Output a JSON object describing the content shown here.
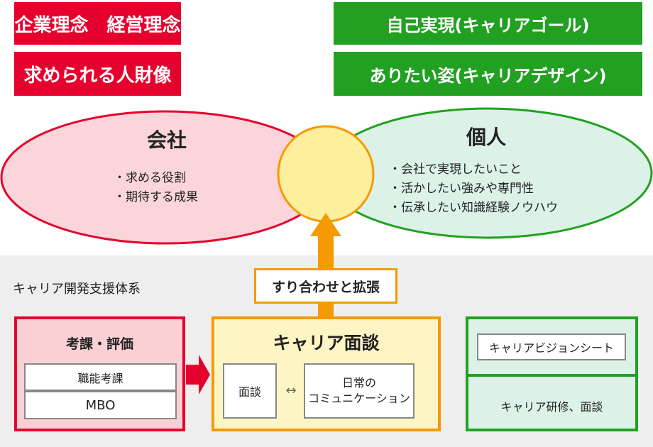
{
  "banners": {
    "company_philosophy": "企業理念　経営理念",
    "desired_talent": "求められる人財像",
    "self_realization": "自己実現(キャリアゴール)",
    "ideal_self": "ありたい姿(キャリアデザイン)"
  },
  "company": {
    "title": "会社",
    "items": [
      "求める役割",
      "期待する成果"
    ]
  },
  "individual": {
    "title": "個人",
    "items": [
      "会社で実現したいこと",
      "活かしたい強みや専門性",
      "伝承したい知識経験ノウハウ"
    ]
  },
  "system_label": "キャリア開発支援体系",
  "alignment_label": "すり合わせと拡張",
  "evaluation": {
    "title": "考課・評価",
    "items": [
      "職能考課",
      "MBO"
    ]
  },
  "career_interview": {
    "title": "キャリア面談",
    "interview": "面談",
    "daily_line1": "日常の",
    "daily_line2": "コミュニケーション"
  },
  "support": {
    "vision_sheet": "キャリアビジョンシート",
    "training": "キャリア研修、面談"
  },
  "colors": {
    "red": "#e6002d",
    "green": "#22a022",
    "orange": "#f59a00"
  }
}
